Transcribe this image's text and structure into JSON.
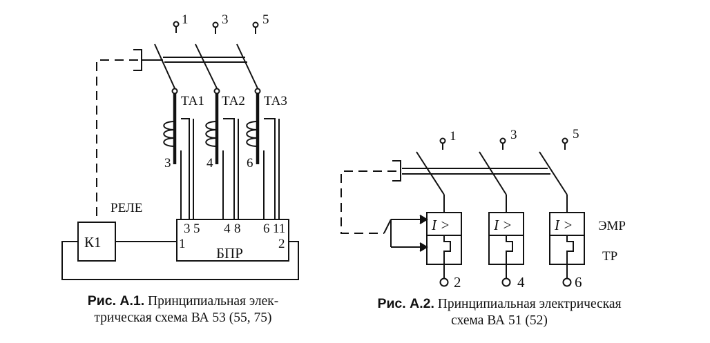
{
  "fig1": {
    "terminals": [
      "1",
      "3",
      "5"
    ],
    "ct_labels": [
      "ТА1",
      "ТА2",
      "ТА3"
    ],
    "ct_taps": [
      "3",
      "4",
      "6"
    ],
    "relay_title": "РЕЛЕ",
    "relay_label": "К1",
    "bpr_label": "БПР",
    "bpr_pins": [
      "3",
      "5",
      "4",
      "8",
      "6",
      "11",
      "1",
      "2"
    ],
    "caption_bold": "Рис. А.1.",
    "caption_line1": " Принципиальная элек-",
    "caption_line2": "трическая  схема ВА 53 (55, 75)"
  },
  "fig2": {
    "terminals_top": [
      "1",
      "3",
      "5"
    ],
    "terminals_bottom": [
      "2",
      "4",
      "6"
    ],
    "emr_labels": [
      "I >",
      "I >",
      "I >"
    ],
    "label_emr": "ЭМР",
    "label_tr": "ТР",
    "caption_bold": "Рис. А.2.",
    "caption_line1": " Принципиальная электрическая",
    "caption_line2": "схема ВА 51 (52)"
  }
}
